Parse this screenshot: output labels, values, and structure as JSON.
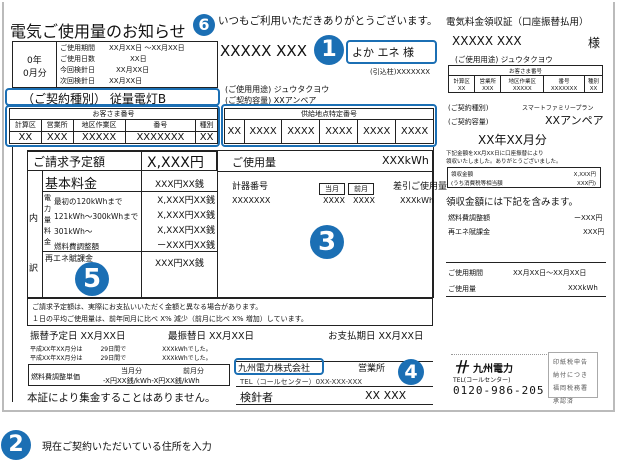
{
  "title": "電気ご使用量のお知らせ",
  "greeting": "いつもご利用いただきありがとうございます。",
  "period_label": {
    "year": "0年",
    "month": "0月分"
  },
  "period_rows": [
    {
      "label": "ご使用期間",
      "value": "XX月XX日 ～XX月XX日"
    },
    {
      "label": "ご使用日数",
      "value": "XX日"
    },
    {
      "label": "今回検針日",
      "value": "XX月XX日"
    },
    {
      "label": "次回検針日",
      "value": "XX月XX日"
    }
  ],
  "contract_type": "（ご契約種別） 従量電灯B",
  "customer_no": {
    "title": "お客さま番号",
    "headers": [
      "計算区",
      "営業所",
      "地区作業区",
      "番号",
      "種別"
    ],
    "values": [
      "XX",
      "XXX",
      "XXXXX",
      "XXXXXXX",
      "XX"
    ]
  },
  "customer_name": "XXXXX XXX",
  "customer_honorific": "よか エネ 様",
  "pole": "(引込柱)XXXXXXX",
  "usage_purpose": "(ご使用用途) ジュウタクヨウ",
  "contract_capacity": "(ご契約容量) XXアンペア",
  "supply_point": {
    "title": "供給地点特定番号",
    "values": [
      "XX",
      "XXXX",
      "XXXX",
      "XXXX",
      "XXXX",
      "XXXX"
    ]
  },
  "billing": {
    "label": "ご請求予定額",
    "amount": "X,XXX円"
  },
  "usage": {
    "label": "ご使用量",
    "value": "XXXkWh",
    "meter_label": "計器番号",
    "current": "当月",
    "previous": "前月",
    "diff_label": "差引ご使用量",
    "meter_no": "XXXXXXX",
    "cur_val": "XXXX",
    "prev_val": "XXXX",
    "diff_val": "XXXkWh"
  },
  "breakdown": {
    "side1": "内",
    "side2": "訳",
    "vertical": [
      "電",
      "力",
      "量",
      "料",
      "金"
    ],
    "basic": {
      "label": "基本料金",
      "value": "XXX円XX銭"
    },
    "rows": [
      {
        "label": "最初の120kWhまで",
        "value": "X,XXX円XX銭"
      },
      {
        "label": "121kWh～300kWhまで",
        "value": "X,XXX円XX銭"
      },
      {
        "label": "301kWh～",
        "value": "X,XXX円XX銭"
      },
      {
        "label": "燃料費調整額",
        "value": "ーXXX円XX銭"
      }
    ],
    "renewable": {
      "label": "再エネ賦課金",
      "value": "XXX円XX銭"
    }
  },
  "notes": [
    "ご請求予定額は、実際にお支払いいただく金額と異なる場合があります。",
    "１日の平均ご使用量は、前年同月に比べ X% 減少（前月に比べ X% 増加）しています。"
  ],
  "dates": {
    "transfer": "振替予定日 XX月XX日",
    "retransfer": "最振替日 XX月XX日",
    "due": "お支払期日 XX月XX日"
  },
  "history": [
    {
      "a": "平成XX年XX月分は",
      "b": "29日間で",
      "c": "XXXkWhでした。"
    },
    {
      "a": "平成XX年XX月分は",
      "b": "29日間で",
      "c": "XXXkWhでした。"
    }
  ],
  "fuel_unit": {
    "label": "燃料費調整単価",
    "cur": "当月分",
    "prev": "前月分",
    "values": "-X円XX銭/kWh-X円XX銭/kWh"
  },
  "no_collect": "本証により集金することはありません。",
  "company": "九州電力株式会社",
  "office": "営業所",
  "tel": "TEL（コールセンター）0XX-XXX-XXX",
  "reader": {
    "label": "検針者",
    "value": "XX XXX"
  },
  "receipt": {
    "title": "電気料金領収証（口座振替払用）",
    "name": "XXXXX XXX",
    "sama": "様",
    "usage": "(ご使用用途) ジュウタクヨウ",
    "cust_title": "お客さま番号",
    "headers": [
      "計算区",
      "営業所",
      "地区作業区",
      "番号",
      "種別"
    ],
    "values": [
      "XX",
      "XXX",
      "XXXXX",
      "XXXXXXX",
      "XX"
    ],
    "plan_label": "(ご契約種別)",
    "plan": "スマートファミリープラン",
    "cap_label": "(ご契約容量)",
    "cap": "XXアンペア",
    "month": "XX年XX月分",
    "notice1": "下記金額をXX月XX日に口座振替により",
    "notice2": "領収いたしました。ありがとうございました。",
    "amount_label": "領収金額",
    "amount": "X,XXX円",
    "tax_label": "(うち消費税等相当額",
    "tax": "XXX円)",
    "includes": "領収金額には下記を含みます。",
    "fuel_label": "燃料費調整額",
    "fuel": "ーXXX円",
    "ren_label": "再エネ賦課金",
    "ren": "XXX円",
    "period_label": "ご使用期間",
    "period": "XX月XX日～XX月XX日",
    "use_label": "ご使用量",
    "use": "XXXkWh"
  },
  "logo": {
    "name": "九州電力",
    "tel_label": "TEL(コールセンター)",
    "tel": "0120-986-205",
    "stamp": "印紙税申告納付につき福岡税務署承認済"
  },
  "badges": [
    "1",
    "2",
    "3",
    "4",
    "5",
    "6"
  ],
  "caption": "現在ご契約いただいている住所を入力",
  "colors": {
    "accent": "#1b6fb4"
  }
}
